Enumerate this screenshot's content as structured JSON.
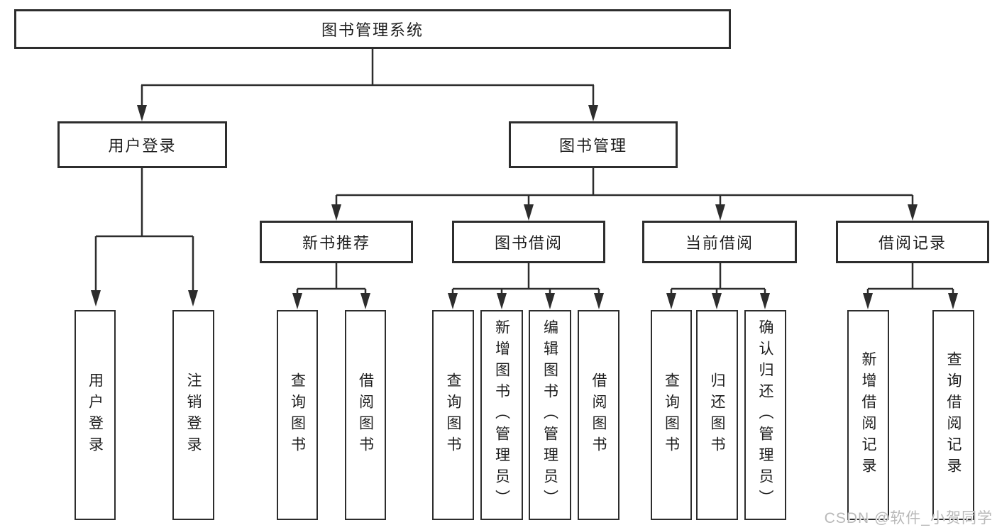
{
  "diagram": {
    "root": {
      "label": "图书管理系统"
    },
    "branches": [
      {
        "label": "用户登录",
        "children": [
          {
            "label": "用户登录"
          },
          {
            "label": "注销登录"
          }
        ]
      },
      {
        "label": "图书管理",
        "children": [
          {
            "label": "新书推荐",
            "children": [
              {
                "label": "查询图书"
              },
              {
                "label": "借阅图书"
              }
            ]
          },
          {
            "label": "图书借阅",
            "children": [
              {
                "label": "查询图书"
              },
              {
                "label": "新增图书（管理员）"
              },
              {
                "label": "编辑图书（管理员）"
              },
              {
                "label": "借阅图书"
              }
            ]
          },
          {
            "label": "当前借阅",
            "children": [
              {
                "label": "查询图书"
              },
              {
                "label": "归还图书"
              },
              {
                "label": "确认归还（管理员）"
              }
            ]
          },
          {
            "label": "借阅记录",
            "children": [
              {
                "label": "新增借阅记录"
              },
              {
                "label": "查询借阅记录"
              }
            ]
          }
        ]
      }
    ]
  },
  "watermark": {
    "text": "CSDN @软件_小贺同学"
  },
  "colors": {
    "line": "#2d2d2d",
    "box_background": "#ffffff",
    "text": "#1d1d1d",
    "watermark": "#b9b9b9"
  }
}
